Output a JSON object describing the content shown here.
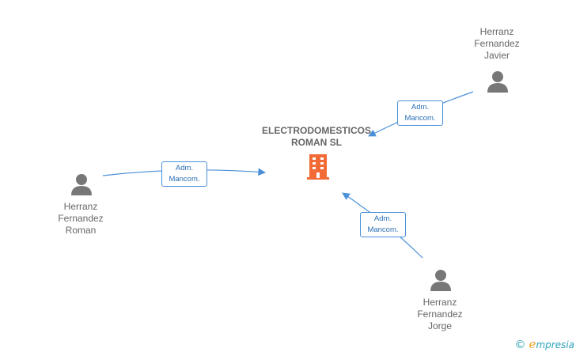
{
  "company": {
    "name_line1": "ELECTRODOMESTICOS",
    "name_line2": "ROMAN SL",
    "icon": "building-icon",
    "icon_color": "#f26a35"
  },
  "persons": [
    {
      "line1": "Herranz",
      "line2": "Fernandez",
      "line3": "Javier",
      "icon": "person-icon"
    },
    {
      "line1": "Herranz",
      "line2": "Fernandez",
      "line3": "Roman",
      "icon": "person-icon"
    },
    {
      "line1": "Herranz",
      "line2": "Fernandez",
      "line3": "Jorge",
      "icon": "person-icon"
    }
  ],
  "relations": [
    {
      "line1": "Adm.",
      "line2": "Mancom."
    },
    {
      "line1": "Adm.",
      "line2": "Mancom."
    },
    {
      "line1": "Adm.",
      "line2": "Mancom."
    }
  ],
  "colors": {
    "edge": "#4a90d9",
    "person_icon": "#777777",
    "text": "#666666"
  },
  "footer": {
    "copyright_symbol": "©",
    "brand_initial": "e",
    "brand_rest": "mpresia"
  }
}
